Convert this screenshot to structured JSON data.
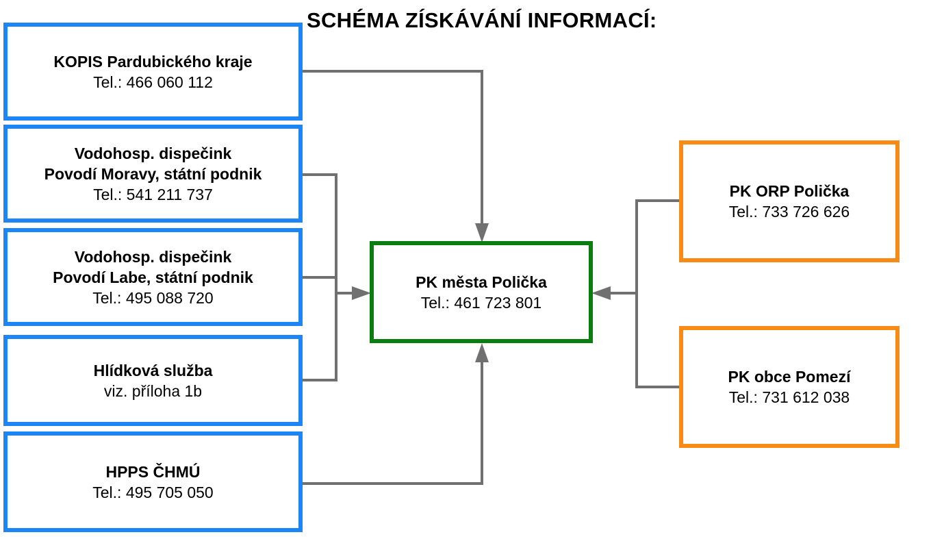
{
  "title": "SCHÉMA ZÍSKÁVÁNÍ INFORMACÍ:",
  "colors": {
    "source_border": "#1e85f5",
    "center_border": "#0a7d10",
    "side_border": "#f88a16",
    "connector": "#707070"
  },
  "sources": [
    {
      "lines": [
        "KOPIS Pardubického kraje"
      ],
      "sub": "Tel.: 466 060 112"
    },
    {
      "lines": [
        "Vodohosp. dispečink",
        "Povodí Moravy, státní podnik"
      ],
      "sub": "Tel.: 541 211 737"
    },
    {
      "lines": [
        "Vodohosp. dispečink",
        "Povodí Labe, státní podnik"
      ],
      "sub": "Tel.: 495 088 720"
    },
    {
      "lines": [
        "Hlídková služba"
      ],
      "sub": "viz. příloha 1b"
    },
    {
      "lines": [
        "HPPS ČHMÚ"
      ],
      "sub": "Tel.: 495 705 050"
    }
  ],
  "center": {
    "name": "PK města Polička",
    "sub": "Tel.: 461 723 801"
  },
  "sides": [
    {
      "name": "PK ORP Polička",
      "sub": "Tel.: 733 726 626"
    },
    {
      "name": "PK obce Pomezí",
      "sub": "Tel.: 731 612 038"
    }
  ]
}
